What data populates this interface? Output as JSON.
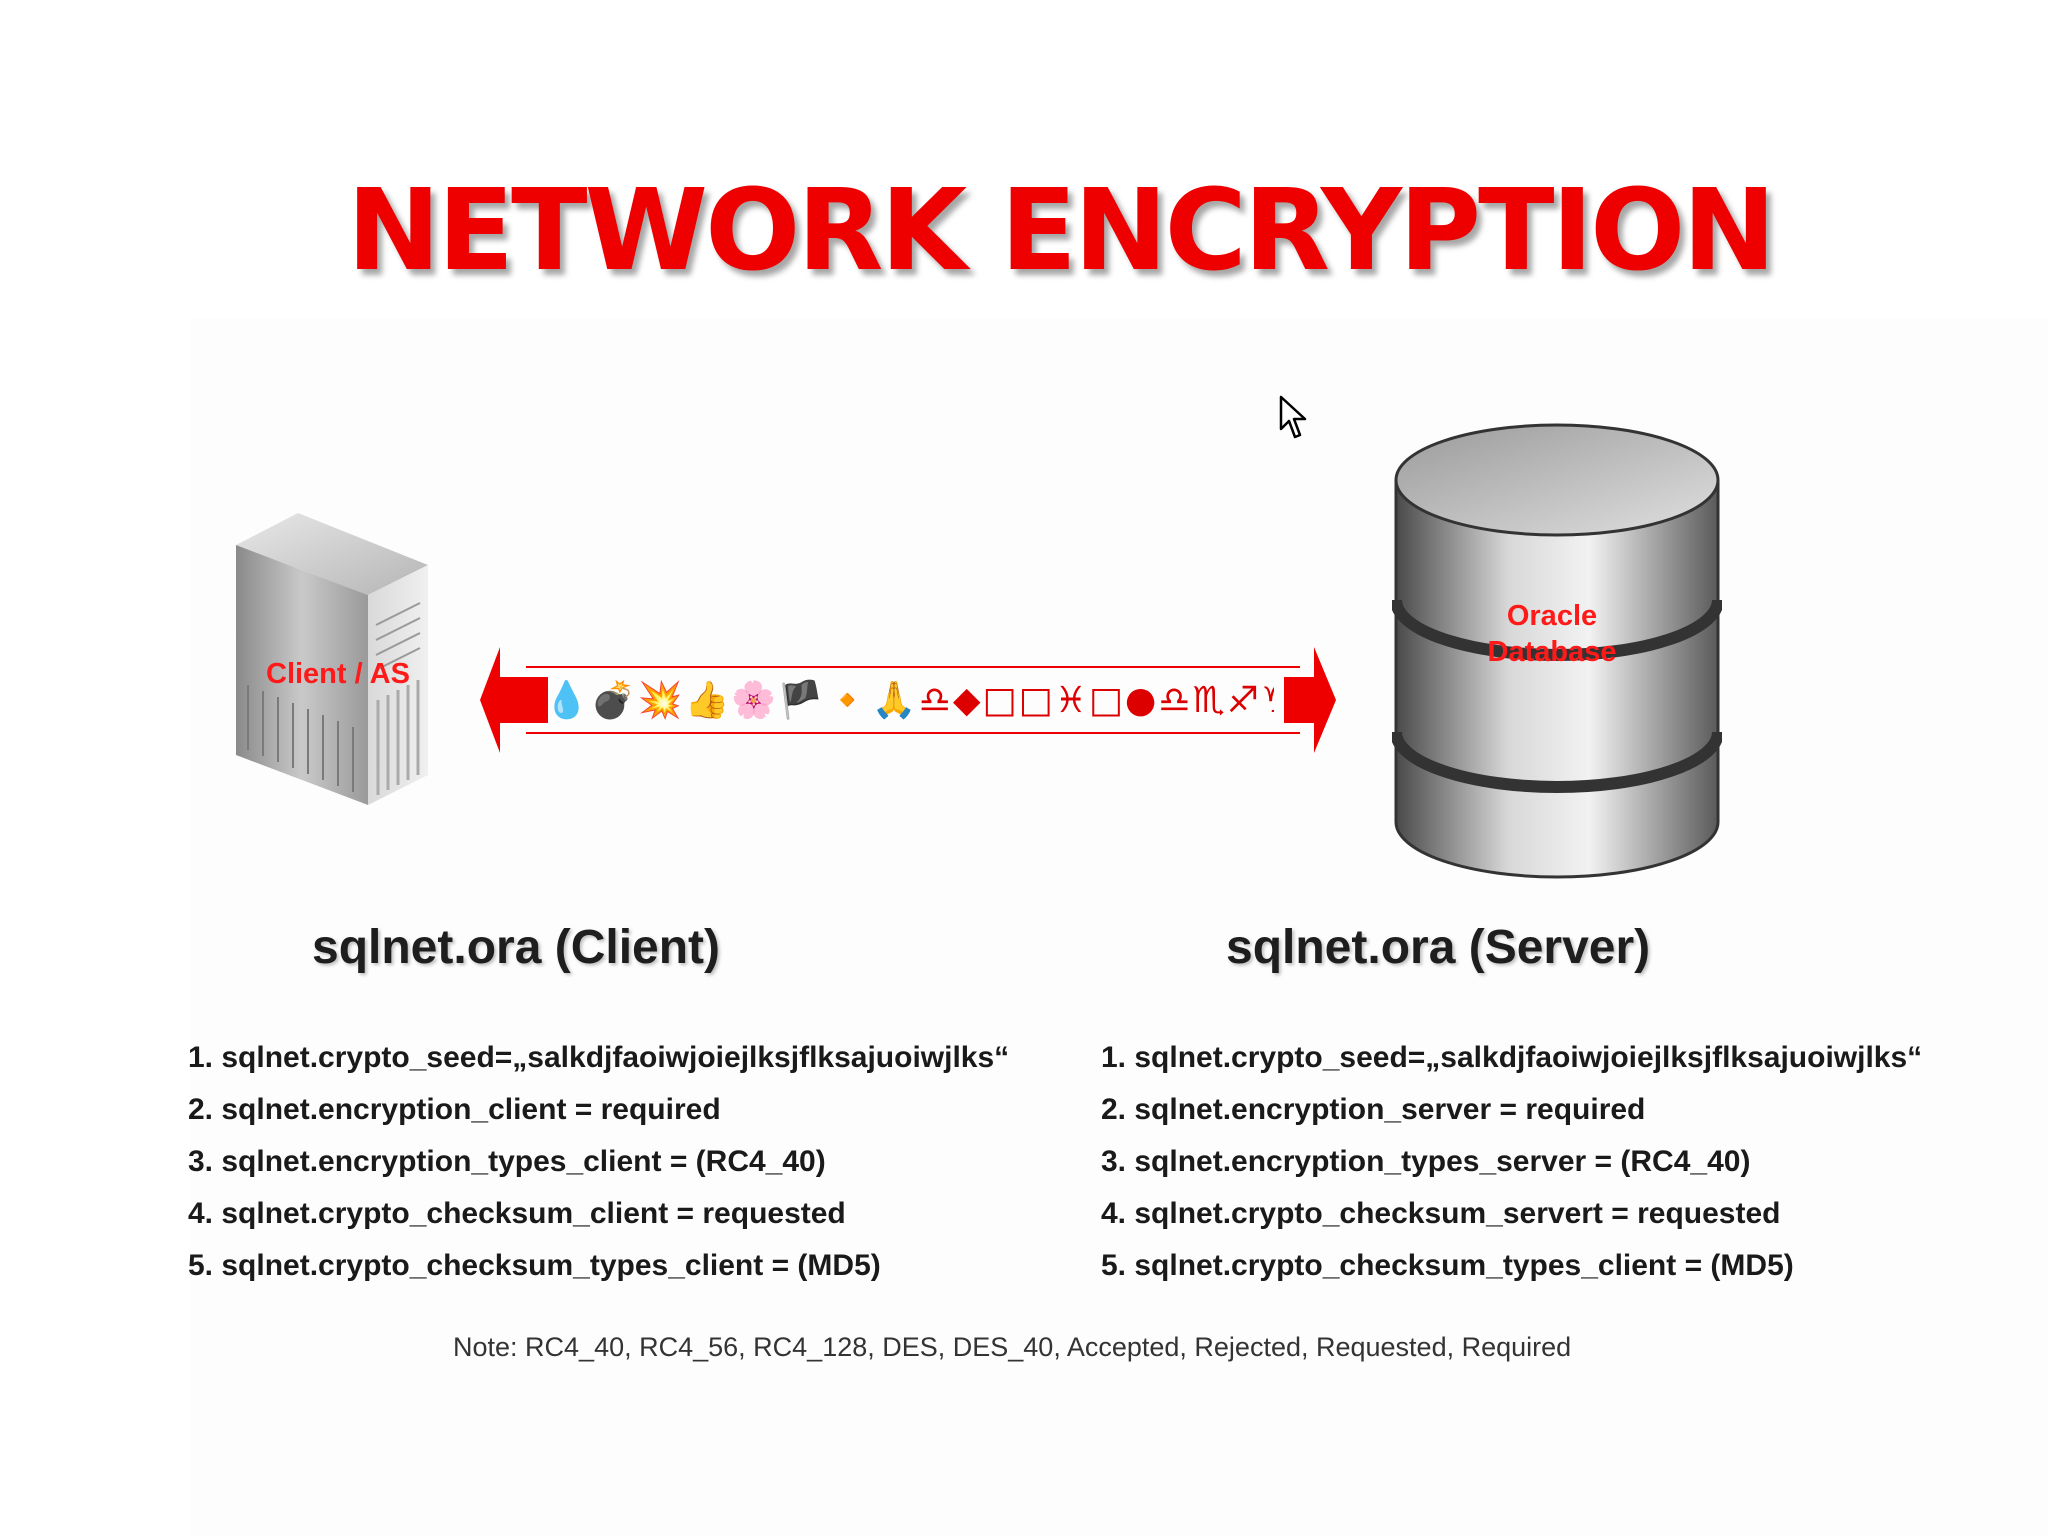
{
  "slide": {
    "title": "NETWORK ENCRYPTION",
    "title_color": "#ee0000"
  },
  "diagram": {
    "client_label": "Client / AS",
    "database_label_line1": "Oracle",
    "database_label_line2": "Database",
    "cipher_text": "💧💣💥👍🌸🏴🔸🙏♎◆□□♓□●♎♏♐♑🙏♋□",
    "arrow_color": "#ee0000"
  },
  "client_config": {
    "title": "sqlnet.ora (Client)",
    "items": [
      "1. sqlnet.crypto_seed=„salkdjfaoiwjoiejlksjflksajuoiwjlks“",
      "2. sqlnet.encryption_client = required",
      "3. sqlnet.encryption_types_client = (RC4_40)",
      "4. sqlnet.crypto_checksum_client = requested",
      "5. sqlnet.crypto_checksum_types_client = (MD5)"
    ]
  },
  "server_config": {
    "title": "sqlnet.ora (Server)",
    "items": [
      "1. sqlnet.crypto_seed=„salkdjfaoiwjoiejlksjflksajuoiwjlks“",
      "2. sqlnet.encryption_server = required",
      "3. sqlnet.encryption_types_server = (RC4_40)",
      "4. sqlnet.crypto_checksum_servert = requested",
      "5. sqlnet.crypto_checksum_types_client = (MD5)"
    ]
  },
  "note": "Note: RC4_40, RC4_56, RC4_128, DES, DES_40, Accepted, Rejected, Requested, Required"
}
